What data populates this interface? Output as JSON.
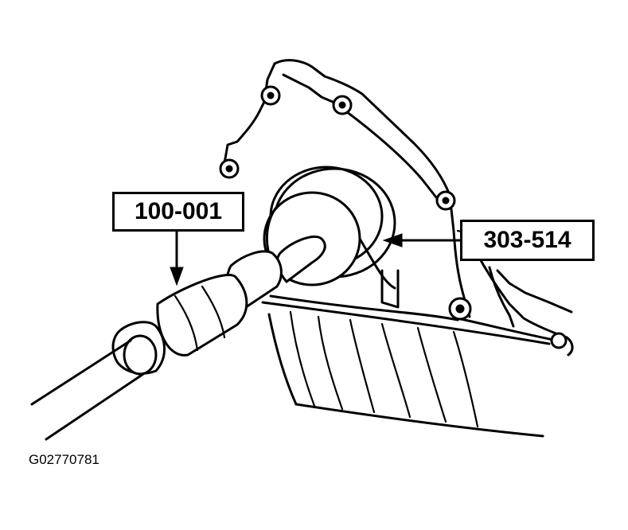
{
  "callouts": {
    "tool_1": "100-001",
    "tool_2": "303-514"
  },
  "figure_id": "G02770781",
  "colors": {
    "ink": "#000000",
    "paper": "#ffffff"
  }
}
